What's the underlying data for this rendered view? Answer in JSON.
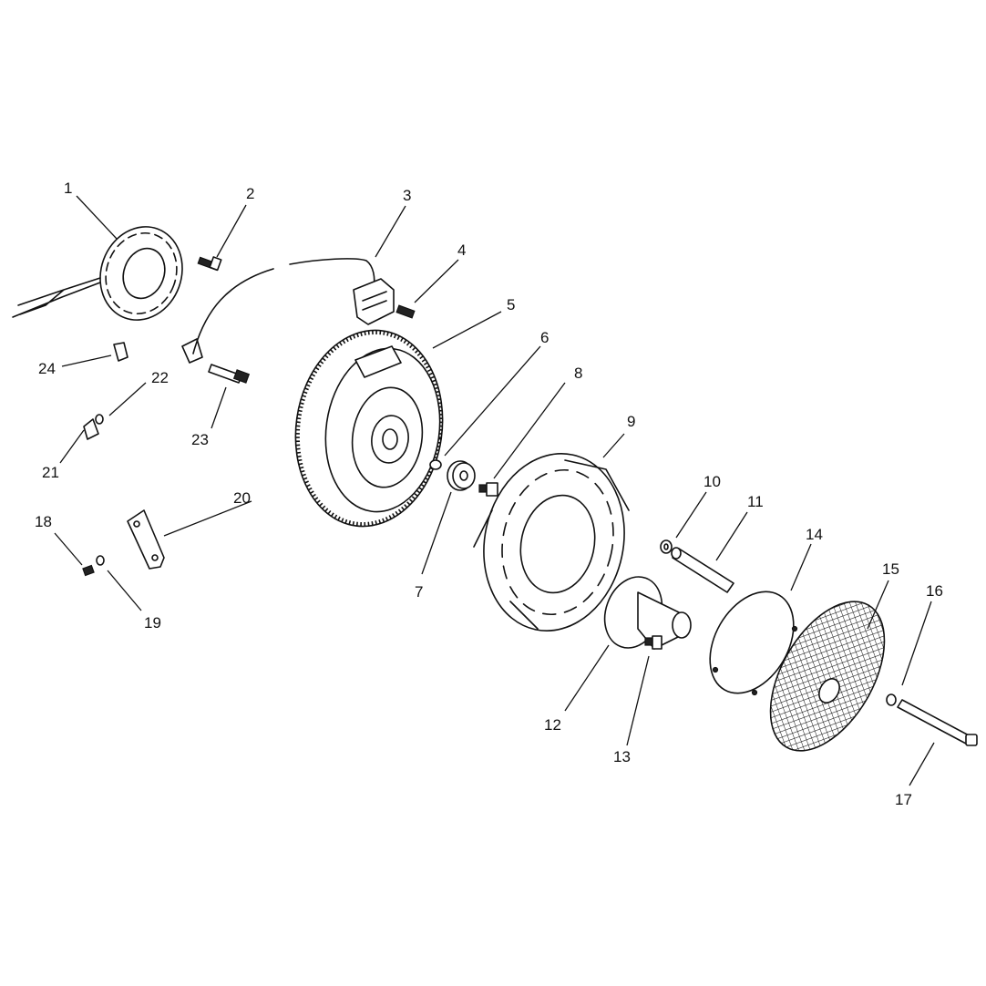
{
  "diagram": {
    "type": "exploded-parts-view",
    "callouts": [
      "1",
      "2",
      "3",
      "4",
      "5",
      "6",
      "7",
      "8",
      "9",
      "10",
      "11",
      "12",
      "13",
      "14",
      "15",
      "16",
      "17",
      "18",
      "19",
      "20",
      "21",
      "22",
      "23",
      "24"
    ]
  }
}
